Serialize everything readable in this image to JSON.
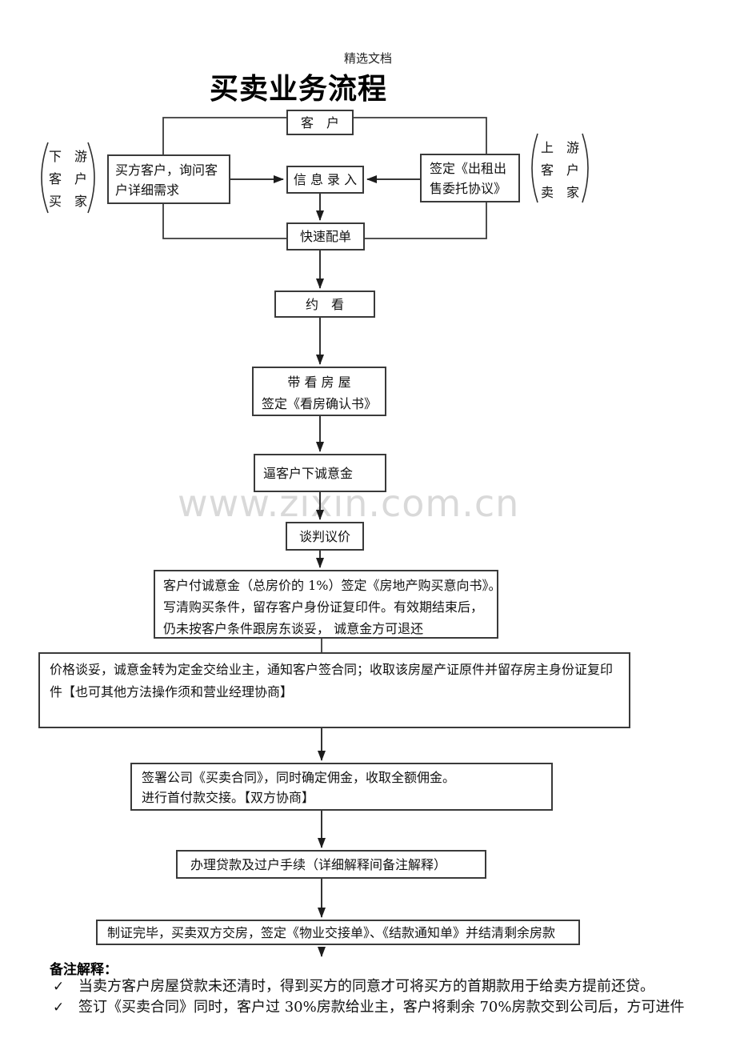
{
  "page": {
    "header_note": "精选文档",
    "title": "买卖业务流程",
    "watermark": "www.zixin.com.cn"
  },
  "flow": {
    "customer": "客　户",
    "downstream": {
      "rows": [
        "下　游",
        "客　户",
        "买　家"
      ]
    },
    "upstream": {
      "rows": [
        "上　游",
        "客　户",
        "卖　家"
      ]
    },
    "buyer_inquiry": {
      "lines": [
        "买方客户，询问客",
        "户详细需求"
      ]
    },
    "info_entry": "信 息 录 入",
    "listing_agreement": {
      "lines": [
        "签定《出租出",
        "售委托协议》"
      ]
    },
    "quick_match": "快速配单",
    "appointment": "约　看",
    "house_viewing": {
      "lines": [
        "带 看 房 屋",
        "签定《看房确认书》"
      ]
    },
    "earnest_money": "逼客户下诚意金",
    "negotiation": "谈判议价",
    "intent": {
      "lines": [
        "客户付诚意金（总房价的 1%）签定《房地产购买意向书》。",
        "写清购买条件，留存客户身份证复印件。有效期结束后，",
        "仍未按客户条件跟房东谈妥， 诚意金方可退还"
      ]
    },
    "deposit": {
      "lines": [
        "价格谈妥，诚意金转为定金交给业主，通知客户签合同；收取该房屋产证原件并留存房主身份证复印",
        "件【也可其他方法操作须和营业经理协商】"
      ]
    },
    "contract": {
      "lines": [
        "签署公司《买卖合同》，同时确定佣金，收取全额佣金。",
        "进行首付款交接。【双方协商】"
      ]
    },
    "loan": "办理贷款及过户手续（详细解释间备注解释）",
    "handover": "制证完毕，买卖双方交房，签定《物业交接单》、《结款通知单》并结清剩余房款"
  },
  "notes": {
    "heading": "备注解释：",
    "check_glyph": "✓",
    "items": [
      "当卖方客户房屋贷款未还清时，得到买方的同意才可将买方的首期款用于给卖方提前还贷。",
      "签订《买卖合同》同时，客户过 30%房款给业主，客户将剩余 70%房款交到公司后，方可进件"
    ]
  },
  "colors": {
    "line": "#3a3a3a",
    "text": "#111111",
    "watermark": "#d9d9d9",
    "background": "#ffffff"
  }
}
